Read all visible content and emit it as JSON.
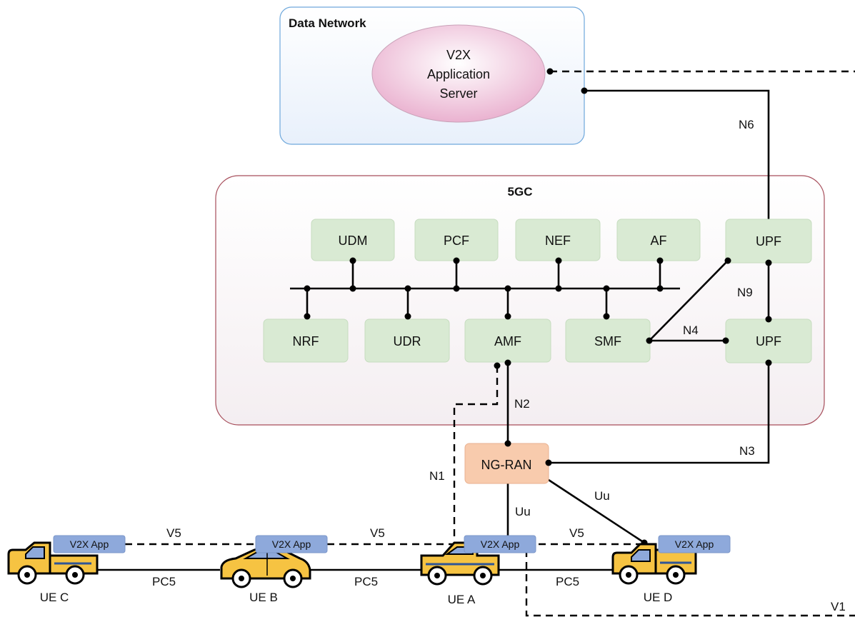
{
  "data_network": {
    "title": "Data Network",
    "server": [
      "V2X",
      "Application",
      "Server"
    ]
  },
  "core": {
    "title": "5GC",
    "top": [
      "UDM",
      "PCF",
      "NEF",
      "AF"
    ],
    "bottom": [
      "NRF",
      "UDR",
      "AMF",
      "SMF"
    ],
    "upf_top": "UPF",
    "upf_bottom": "UPF"
  },
  "ran": {
    "label": "NG-RAN"
  },
  "interfaces": {
    "n6": "N6",
    "n9": "N9",
    "n4": "N4",
    "n2": "N2",
    "n1": "N1",
    "n3": "N3",
    "uu_a": "Uu",
    "uu_d": "Uu",
    "v1": "V1",
    "v5_cb": "V5",
    "v5_ba": "V5",
    "v5_ad": "V5",
    "pc5_cb": "PC5",
    "pc5_ba": "PC5",
    "pc5_ad": "PC5"
  },
  "ues": [
    {
      "name": "UE C",
      "app": "V2X App"
    },
    {
      "name": "UE B",
      "app": "V2X App"
    },
    {
      "name": "UE A",
      "app": "V2X App"
    },
    {
      "name": "UE D",
      "app": "V2X App"
    }
  ],
  "colors": {
    "nf_fill": "#d9ead3",
    "ran_fill": "#f8cbad",
    "app_fill": "#8ea9db",
    "dn_border": "#6fa8dc",
    "core_border": "#a64d5a",
    "server_fill": "#f2c4dd",
    "vehicle_yellow": "#f6c342"
  }
}
